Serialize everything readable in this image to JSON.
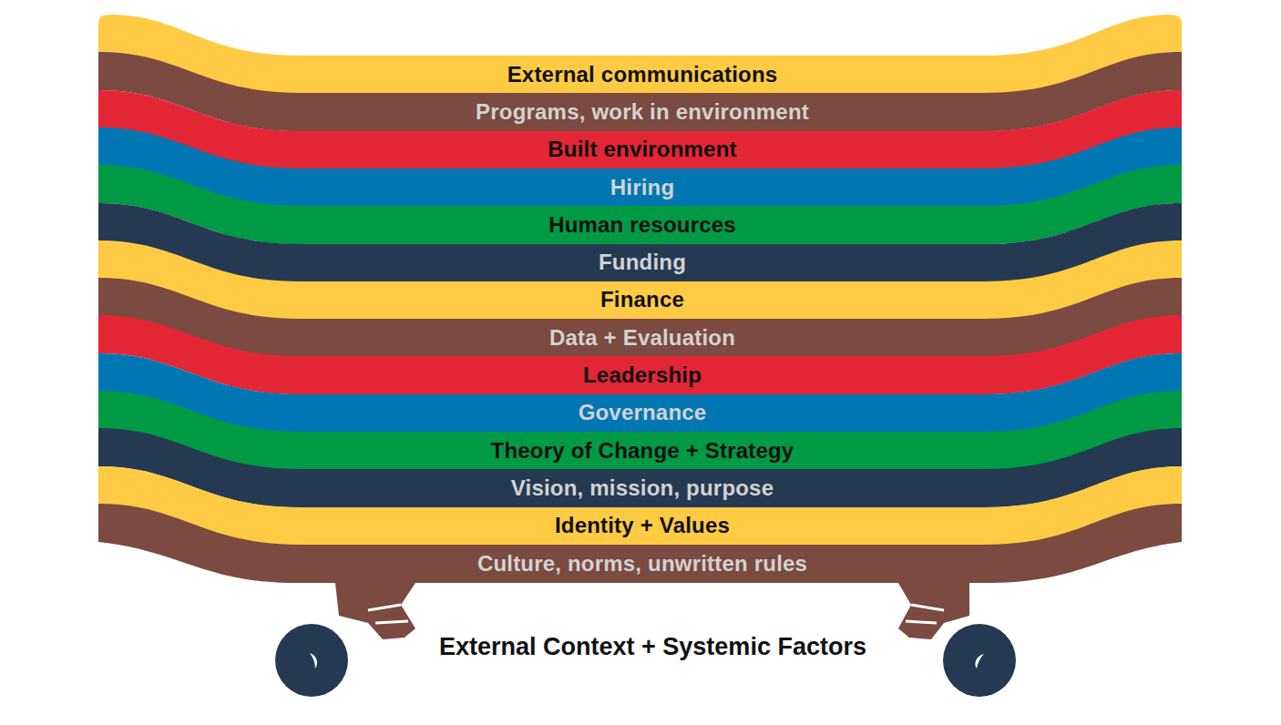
{
  "diagram": {
    "nodes": [
      {
        "text": [
          "External communications"
        ]
      },
      {
        "text": [
          "Programs, work in environment"
        ]
      },
      {
        "text": [
          "Built environment"
        ]
      },
      {
        "text": [
          "Hiring"
        ]
      },
      {
        "text": [
          "Human resources"
        ]
      },
      {
        "text": [
          "Funding"
        ]
      },
      {
        "text": [
          "Finance"
        ]
      },
      {
        "text": [
          "Data + Evaluation"
        ]
      },
      {
        "text": [
          "Leadership"
        ]
      },
      {
        "text": [
          "Governance"
        ]
      },
      {
        "text": [
          "Theory of Change + Strategy"
        ]
      },
      {
        "text": [
          "Vision, mission, purpose"
        ]
      },
      {
        "text": [
          "Identity + Values"
        ]
      },
      {
        "text": [
          "Culture, norms, unwritten rules"
        ]
      }
    ],
    "labels": [
      "External Context + Systemic Factors"
    ]
  }
}
